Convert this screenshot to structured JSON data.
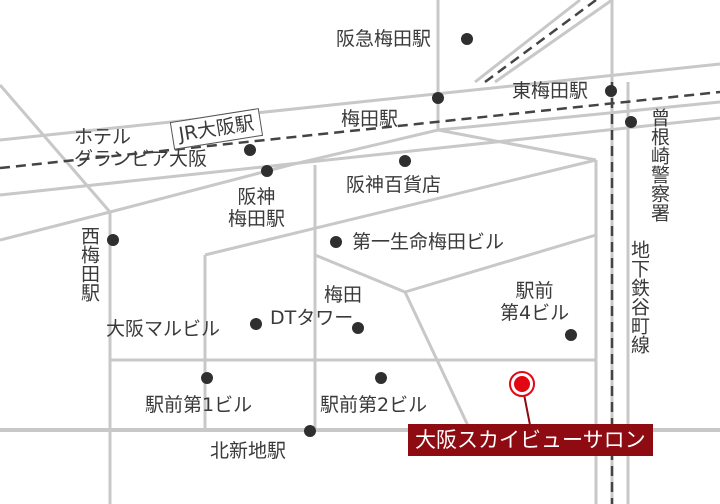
{
  "map": {
    "destination": {
      "label": "大阪スカイビューサロン",
      "marker_color": "#e30613",
      "label_bg": "#8e0b12"
    },
    "road_color": "#c8c8c8",
    "rail_dash_color": "#444444",
    "landmarks": {
      "hankyu_umeda": "阪急梅田駅",
      "jr_osaka": "JR大阪駅",
      "higashi_umeda": "東梅田駅",
      "umeda_station": "梅田駅",
      "hotel_granvia": "ホテル\nグランビア大阪",
      "hanshin_umeda": "阪神\n梅田駅",
      "hanshin_dept": "阪神百貨店",
      "sonezaki_police": "曾根崎警察署",
      "nishi_umeda": "西梅田駅",
      "daiichi_seimei": "第一生命梅田ビル",
      "subway_tanimachi": "地下鉄谷町線",
      "umeda_dt": "梅田",
      "dt_tower": "DTタワー",
      "osaka_maru": "大阪マルビル",
      "ekimae4": "駅前\n第4ビル",
      "ekimae1": "駅前第1ビル",
      "ekimae2": "駅前第2ビル",
      "kitashinchi": "北新地駅"
    }
  }
}
